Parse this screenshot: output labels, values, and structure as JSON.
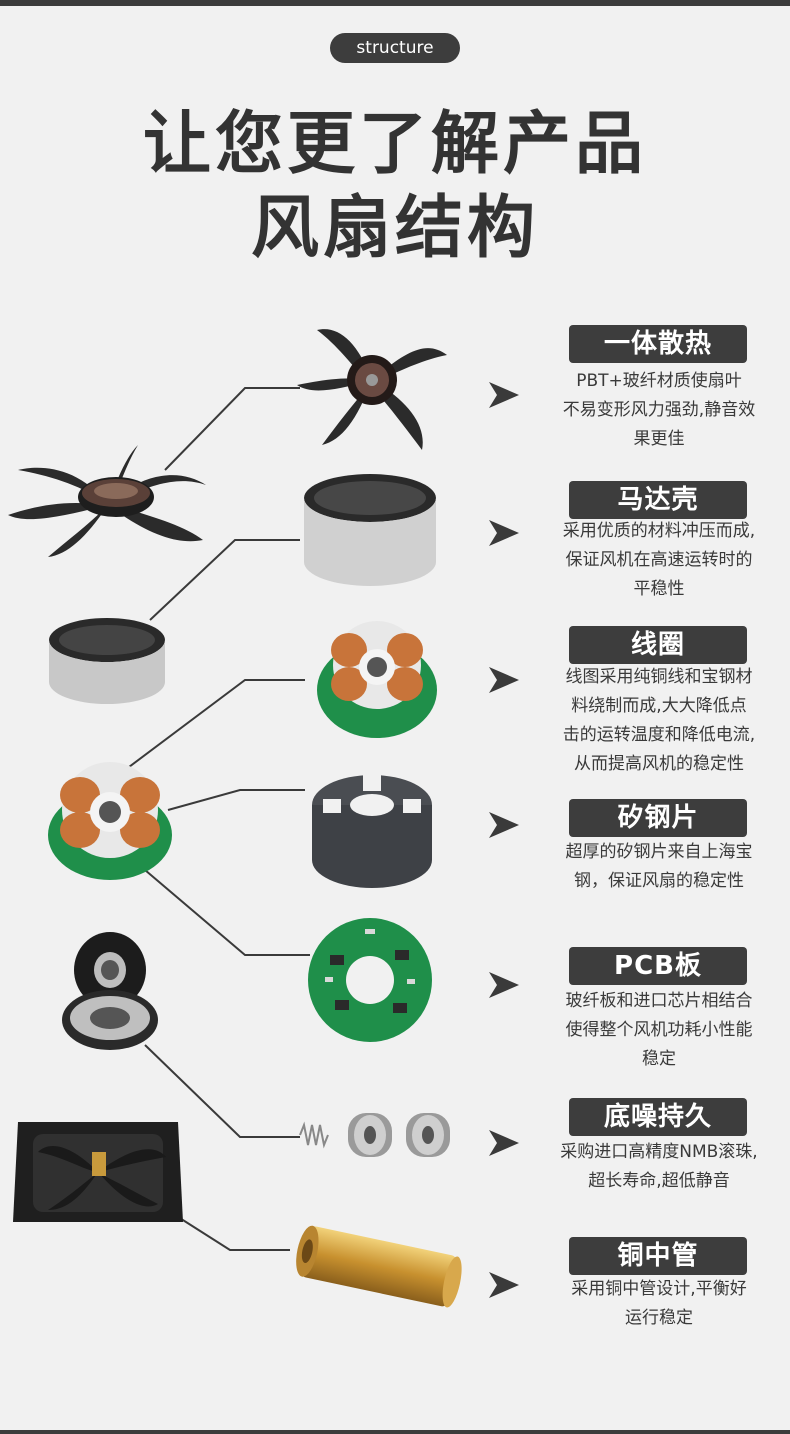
{
  "header": {
    "pill_label": "structure",
    "title_line1": "让您更了解产品",
    "title_line2": "风扇结构"
  },
  "features": [
    {
      "title": "一体散热",
      "lines": [
        "PBT+玻纤材质使扇叶",
        "不易变形风力强劲,静音效",
        "果更佳"
      ],
      "image": "fan-impeller"
    },
    {
      "title": "马达壳",
      "lines": [
        "采用优质的材料冲压而成,",
        "保证风机在高速运转时的",
        "平稳性"
      ],
      "image": "motor-shell"
    },
    {
      "title": "线圈",
      "lines": [
        "线图采用纯铜线和宝钢材",
        "料绕制而成,大大降低点",
        "击的运转温度和降低电流,",
        "从而提高风机的稳定性"
      ],
      "image": "copper-coil"
    },
    {
      "title": "矽钢片",
      "lines": [
        "超厚的矽钢片来自上海宝",
        "钢，保证风扇的稳定性"
      ],
      "image": "silicon-steel"
    },
    {
      "title": "PCB板",
      "lines": [
        "玻纤板和进口芯片相结合",
        "使得整个风机功耗小性能",
        "稳定"
      ],
      "image": "pcb-board"
    },
    {
      "title": "底噪持久",
      "lines": [
        "采购进口高精度NMB滚珠,",
        "超长寿命,超低静音"
      ],
      "image": "ball-bearings"
    },
    {
      "title": "铜中管",
      "lines": [
        "采用铜中管设计,平衡好",
        "运行稳定"
      ],
      "image": "copper-tube"
    }
  ],
  "colors": {
    "background": "#f1f1f1",
    "label_bg": "#3d3d3d",
    "text": "#3a3a3a",
    "pcb_green": "#1f8f4a",
    "copper": "#c8743a",
    "brass": "#d9a94a"
  }
}
